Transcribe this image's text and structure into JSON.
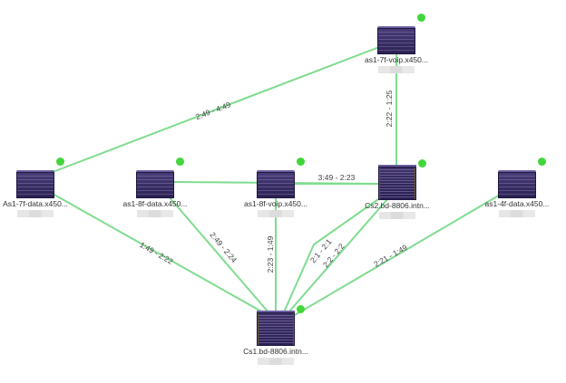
{
  "colors": {
    "link": "#7fdc8f",
    "status_up": "#41d63b",
    "device": "#3a2e66"
  },
  "nodes": [
    {
      "id": "as1-7f-voip",
      "label": "as1-7f-voip.x450...",
      "type": "stack-switch",
      "status": "up"
    },
    {
      "id": "As1-7f-data",
      "label": "As1-7f-data.x450...",
      "type": "stack-switch",
      "status": "up"
    },
    {
      "id": "as1-8f-data",
      "label": "as1-8f-data.x450...",
      "type": "stack-switch",
      "status": "up"
    },
    {
      "id": "as1-8f-voip",
      "label": "as1-8f-voip.x450...",
      "type": "stack-switch",
      "status": "up"
    },
    {
      "id": "Cs2",
      "label": "Cs2.bd-8806.intn...",
      "type": "chassis-switch",
      "status": "up"
    },
    {
      "id": "as1-4f-data",
      "label": "as1-4f-data.x450...",
      "type": "stack-switch",
      "status": "up"
    },
    {
      "id": "Cs1",
      "label": "Cs1.bd-8806.intn...",
      "type": "chassis-switch",
      "status": "up"
    }
  ],
  "links": [
    {
      "from": "As1-7f-data",
      "to": "as1-7f-voip",
      "label": "2:49 - 4:49"
    },
    {
      "from": "as1-7f-voip",
      "to": "Cs2",
      "label": "2:22 - 1:25"
    },
    {
      "from": "as1-8f-data",
      "to": "Cs2",
      "label": ""
    },
    {
      "from": "as1-8f-voip",
      "to": "Cs2",
      "label": "3:49 - 2:23"
    },
    {
      "from": "As1-7f-data",
      "to": "Cs1",
      "label": "1:49 - 2:22"
    },
    {
      "from": "as1-8f-data",
      "to": "Cs1",
      "label": "2:49 - 2:24"
    },
    {
      "from": "as1-8f-voip",
      "to": "Cs1",
      "label": "2:23 - 1:49"
    },
    {
      "from": "Cs1",
      "to": "Cs2",
      "label": "2:1 - 2:1"
    },
    {
      "from": "Cs1",
      "to": "Cs2",
      "label": "2:2 - 2:2"
    },
    {
      "from": "Cs1",
      "to": "as1-4f-data",
      "label": "2:21 - 1:49"
    }
  ]
}
